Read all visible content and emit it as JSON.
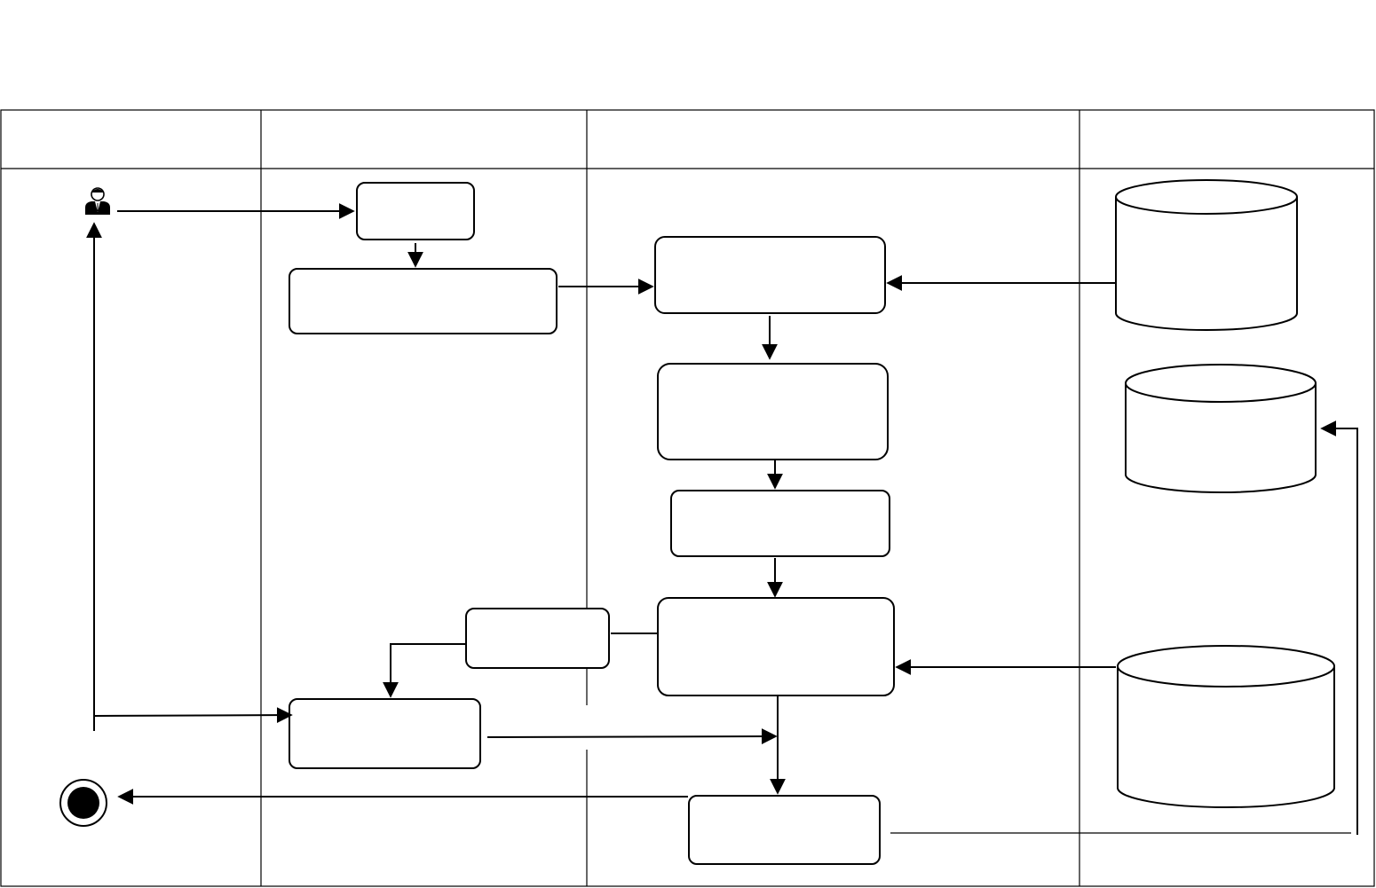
{
  "diagram": {
    "type": "swimlane-activity-diagram",
    "colors": {
      "stroke": "#000000",
      "background": "#ffffff",
      "fill": "#ffffff"
    },
    "lanes": [
      {
        "id": "lane-1",
        "header": ""
      },
      {
        "id": "lane-2",
        "header": ""
      },
      {
        "id": "lane-3",
        "header": ""
      },
      {
        "id": "lane-4",
        "header": ""
      }
    ],
    "nodes": [
      {
        "id": "actor",
        "kind": "actor",
        "icon": "person-icon",
        "label": ""
      },
      {
        "id": "node-a",
        "kind": "activity",
        "label": ""
      },
      {
        "id": "node-b",
        "kind": "activity",
        "label": ""
      },
      {
        "id": "node-c",
        "kind": "activity",
        "label": ""
      },
      {
        "id": "node-d",
        "kind": "activity",
        "label": ""
      },
      {
        "id": "node-e",
        "kind": "activity",
        "label": ""
      },
      {
        "id": "node-f",
        "kind": "activity",
        "label": ""
      },
      {
        "id": "node-g",
        "kind": "activity",
        "label": ""
      },
      {
        "id": "node-h",
        "kind": "activity",
        "label": ""
      },
      {
        "id": "node-i",
        "kind": "activity",
        "label": ""
      },
      {
        "id": "db-1",
        "kind": "database",
        "label": ""
      },
      {
        "id": "db-2",
        "kind": "database",
        "label": ""
      },
      {
        "id": "db-3",
        "kind": "database",
        "label": ""
      },
      {
        "id": "end",
        "kind": "final-node",
        "label": ""
      }
    ]
  }
}
